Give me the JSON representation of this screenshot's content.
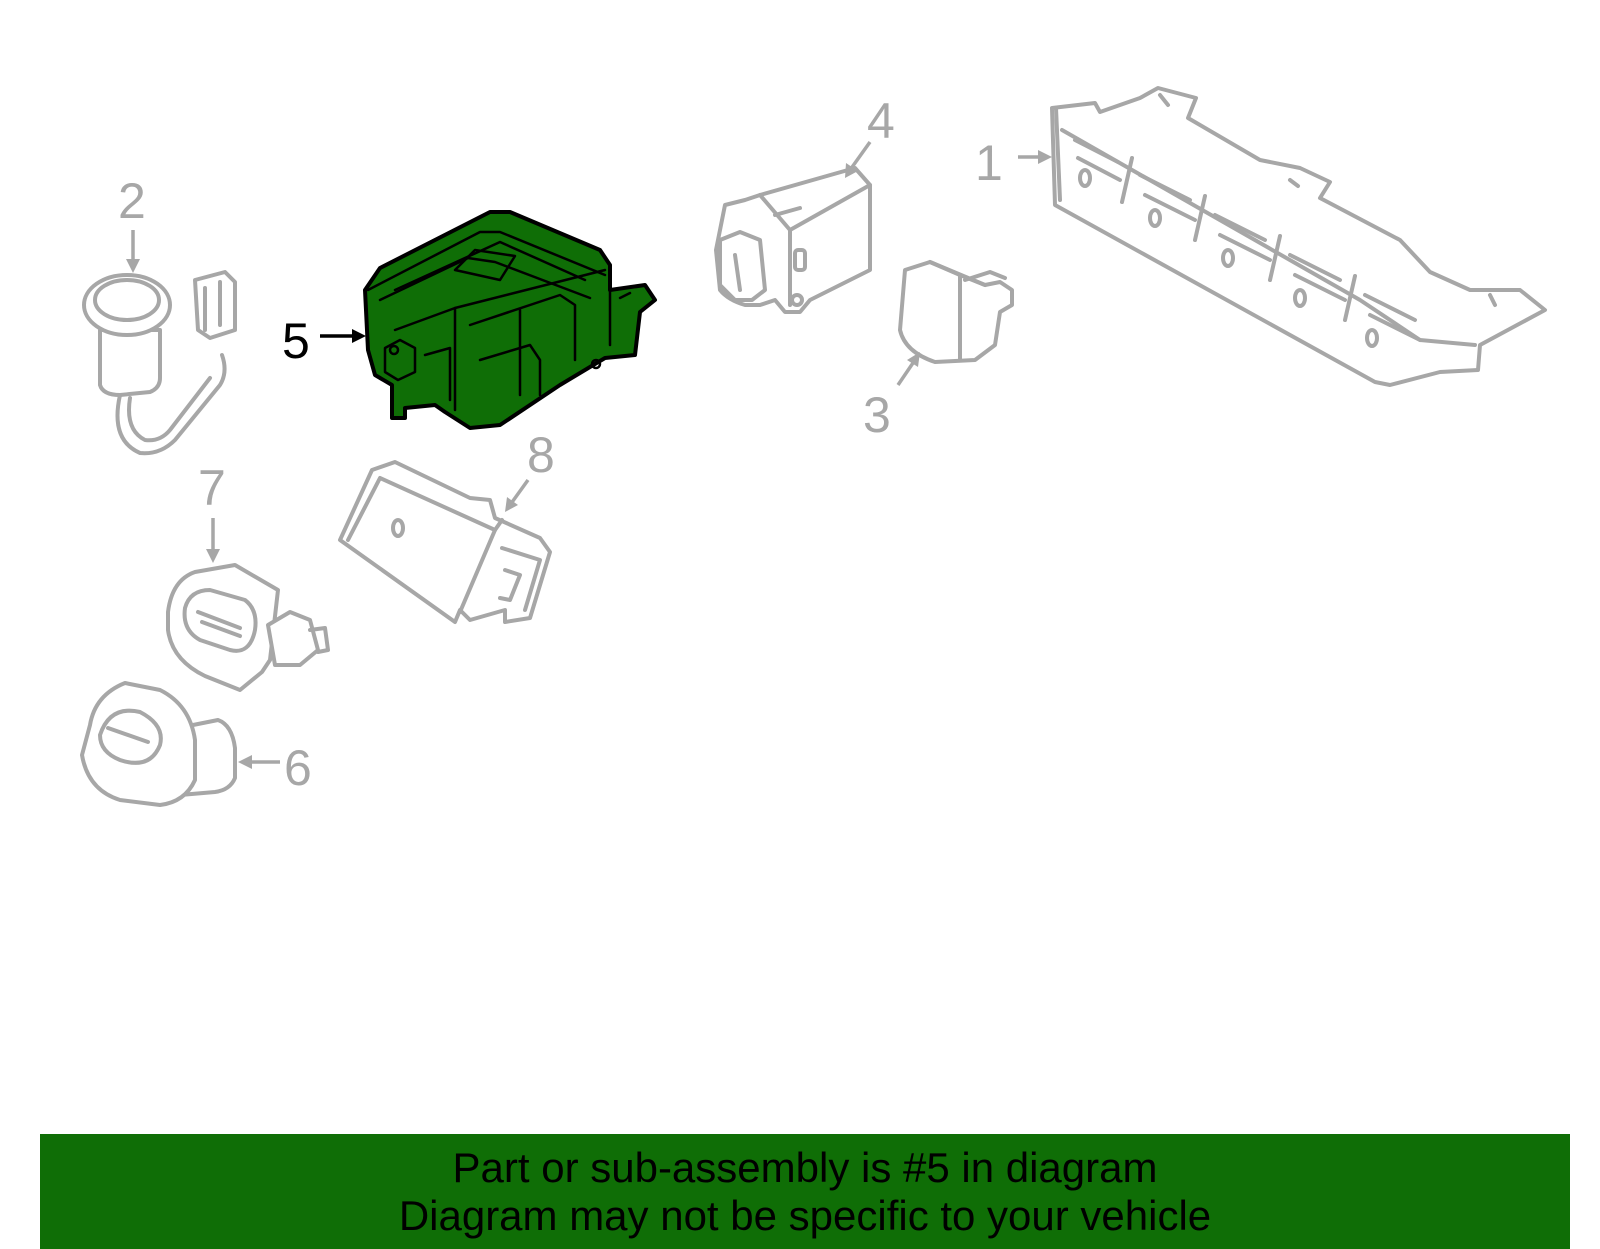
{
  "callouts": {
    "c1": "1",
    "c2": "2",
    "c3": "3",
    "c4": "4",
    "c5": "5",
    "c6": "6",
    "c7": "7",
    "c8": "8"
  },
  "highlighted_part": "5",
  "colors": {
    "highlight_fill": "#0f6e06",
    "part_stroke": "#a7a7a7",
    "banner_background": "#0f6e06"
  },
  "banner": {
    "line1": "Part or sub-assembly is #5 in diagram",
    "line2": "Diagram may not be specific to your vehicle"
  }
}
